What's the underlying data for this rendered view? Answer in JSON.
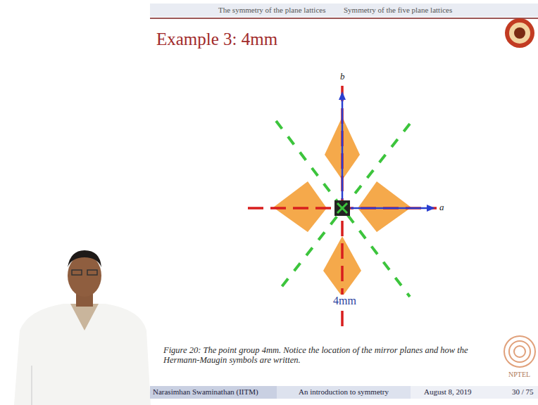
{
  "diagram": {
    "title": "Example 3: 4mm",
    "caption": "Figure 20: The point group 4mm. Notice the location of the mirror planes and how the Hermann-Maugin symbols are written.",
    "labels": [
      "The symmetry of the plane lattices",
      "Symmetry of the five plane lattices",
      "b",
      "a",
      "4mm",
      "Narasimhan Swaminathan (IITM)",
      "An introduction to symmetry",
      "August 8, 2019",
      "30 / 75",
      "NPTEL"
    ]
  }
}
